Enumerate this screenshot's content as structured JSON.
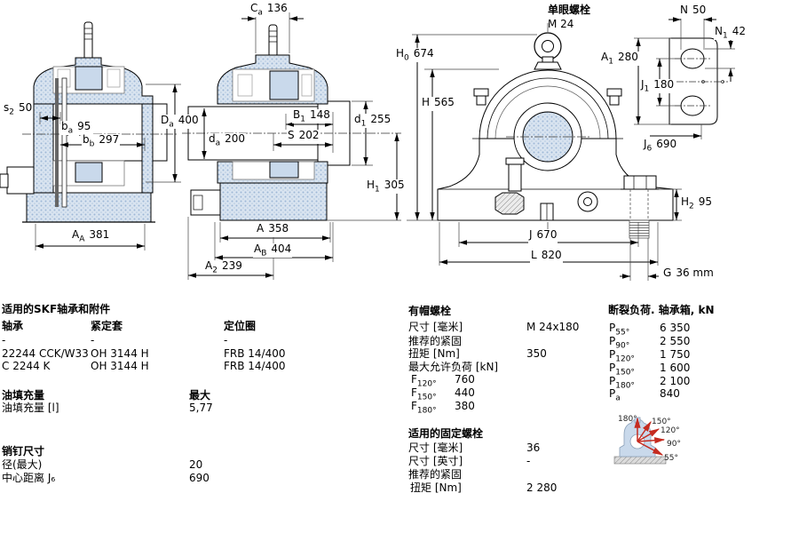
{
  "colors": {
    "housing_fill": "#c9d9eb",
    "speckle": "#9db8d6",
    "arrow_red": "#c52b20",
    "line": "#000000"
  },
  "labels": {
    "eyebolt": "单眼螺栓",
    "eyebolt_thread": "M 24"
  },
  "dims": {
    "s2": {
      "b": "s",
      "s": "2",
      "v": "50"
    },
    "ba": {
      "b": "b",
      "s": "a",
      "v": "95"
    },
    "bb": {
      "b": "b",
      "s": "b",
      "v": "297"
    },
    "AA": {
      "b": "A",
      "s": "A",
      "v": "381"
    },
    "Ca": {
      "b": "C",
      "s": "a",
      "v": "136"
    },
    "Da": {
      "b": "D",
      "s": "a",
      "v": "400"
    },
    "da": {
      "b": "d",
      "s": "a",
      "v": "200"
    },
    "B1": {
      "b": "B",
      "s": "1",
      "v": "148"
    },
    "S": {
      "b": "S",
      "s": "",
      "v": "202"
    },
    "d1": {
      "b": "d",
      "s": "1",
      "v": "255"
    },
    "H1": {
      "b": "H",
      "s": "1",
      "v": "305"
    },
    "A": {
      "b": "A",
      "s": "",
      "v": "358"
    },
    "AB": {
      "b": "A",
      "s": "B",
      "v": "404"
    },
    "A2": {
      "b": "A",
      "s": "2",
      "v": "239"
    },
    "H0": {
      "b": "H",
      "s": "0",
      "v": "674"
    },
    "H": {
      "b": "H",
      "s": "",
      "v": "565"
    },
    "J": {
      "b": "J",
      "s": "",
      "v": "670"
    },
    "L": {
      "b": "L",
      "s": "",
      "v": "820"
    },
    "N": {
      "b": "N",
      "s": "",
      "v": "50"
    },
    "N1": {
      "b": "N",
      "s": "1",
      "v": "42"
    },
    "A1": {
      "b": "A",
      "s": "1",
      "v": "280"
    },
    "J1": {
      "b": "J",
      "s": "1",
      "v": "180"
    },
    "J6": {
      "b": "J",
      "s": "6",
      "v": "690"
    },
    "H2": {
      "b": "H",
      "s": "2",
      "v": "95"
    },
    "G": {
      "b": "G",
      "s": "",
      "v": "36 mm"
    }
  },
  "tables": {
    "skf": {
      "title": "适用的SKF轴承和附件",
      "cols": [
        "轴承",
        "紧定套",
        "定位圈"
      ],
      "rows": [
        [
          "-",
          "-",
          "-"
        ],
        [
          "22244 CCK/W33",
          "OH 3144 H",
          "FRB 14/400"
        ],
        [
          "C 2244 K",
          "OH 3144 H",
          "FRB 14/400"
        ]
      ]
    },
    "oil": {
      "title": "油填充量",
      "max": "最大",
      "row_label": "油填充量 [l]",
      "value": "5,77"
    },
    "pin": {
      "title": "销钉尺寸",
      "rows": [
        {
          "label": "径(最大)",
          "value": "20"
        },
        {
          "label": "中心距离 J₆",
          "value": "690"
        }
      ]
    },
    "cap_bolt": {
      "title": "有帽螺栓",
      "size_label": "尺寸 [毫米]",
      "size": "M 24x180",
      "rec": "推荐的紧固",
      "torque_label": "扭矩 [Nm]",
      "torque": "350",
      "maxload": "最大允许负荷 [kN]",
      "f": [
        {
          "b": "F",
          "s": "120°",
          "v": "760"
        },
        {
          "b": "F",
          "s": "150°",
          "v": "440"
        },
        {
          "b": "F",
          "s": "180°",
          "v": "380"
        }
      ]
    },
    "fix_bolt": {
      "title": "适用的固定螺栓",
      "size_mm_label": "尺寸 [毫米]",
      "size_mm": "36",
      "size_in_label": "尺寸 [英寸]",
      "size_in": "-",
      "rec": "推荐的紧固",
      "torque_label": "扭矩 [Nm]",
      "torque": "2 280"
    },
    "breaking": {
      "title": "断裂负荷. 轴承箱, kN",
      "p": [
        {
          "b": "P",
          "s": "55°",
          "v": "6 350"
        },
        {
          "b": "P",
          "s": "90°",
          "v": "2 550"
        },
        {
          "b": "P",
          "s": "120°",
          "v": "1 750"
        },
        {
          "b": "P",
          "s": "150°",
          "v": "1 600"
        },
        {
          "b": "P",
          "s": "180°",
          "v": "2 100"
        },
        {
          "b": "P",
          "s": "a",
          "v": "840"
        }
      ]
    },
    "angles": [
      "180°",
      "150°",
      "120°",
      "90°",
      "55°"
    ]
  }
}
